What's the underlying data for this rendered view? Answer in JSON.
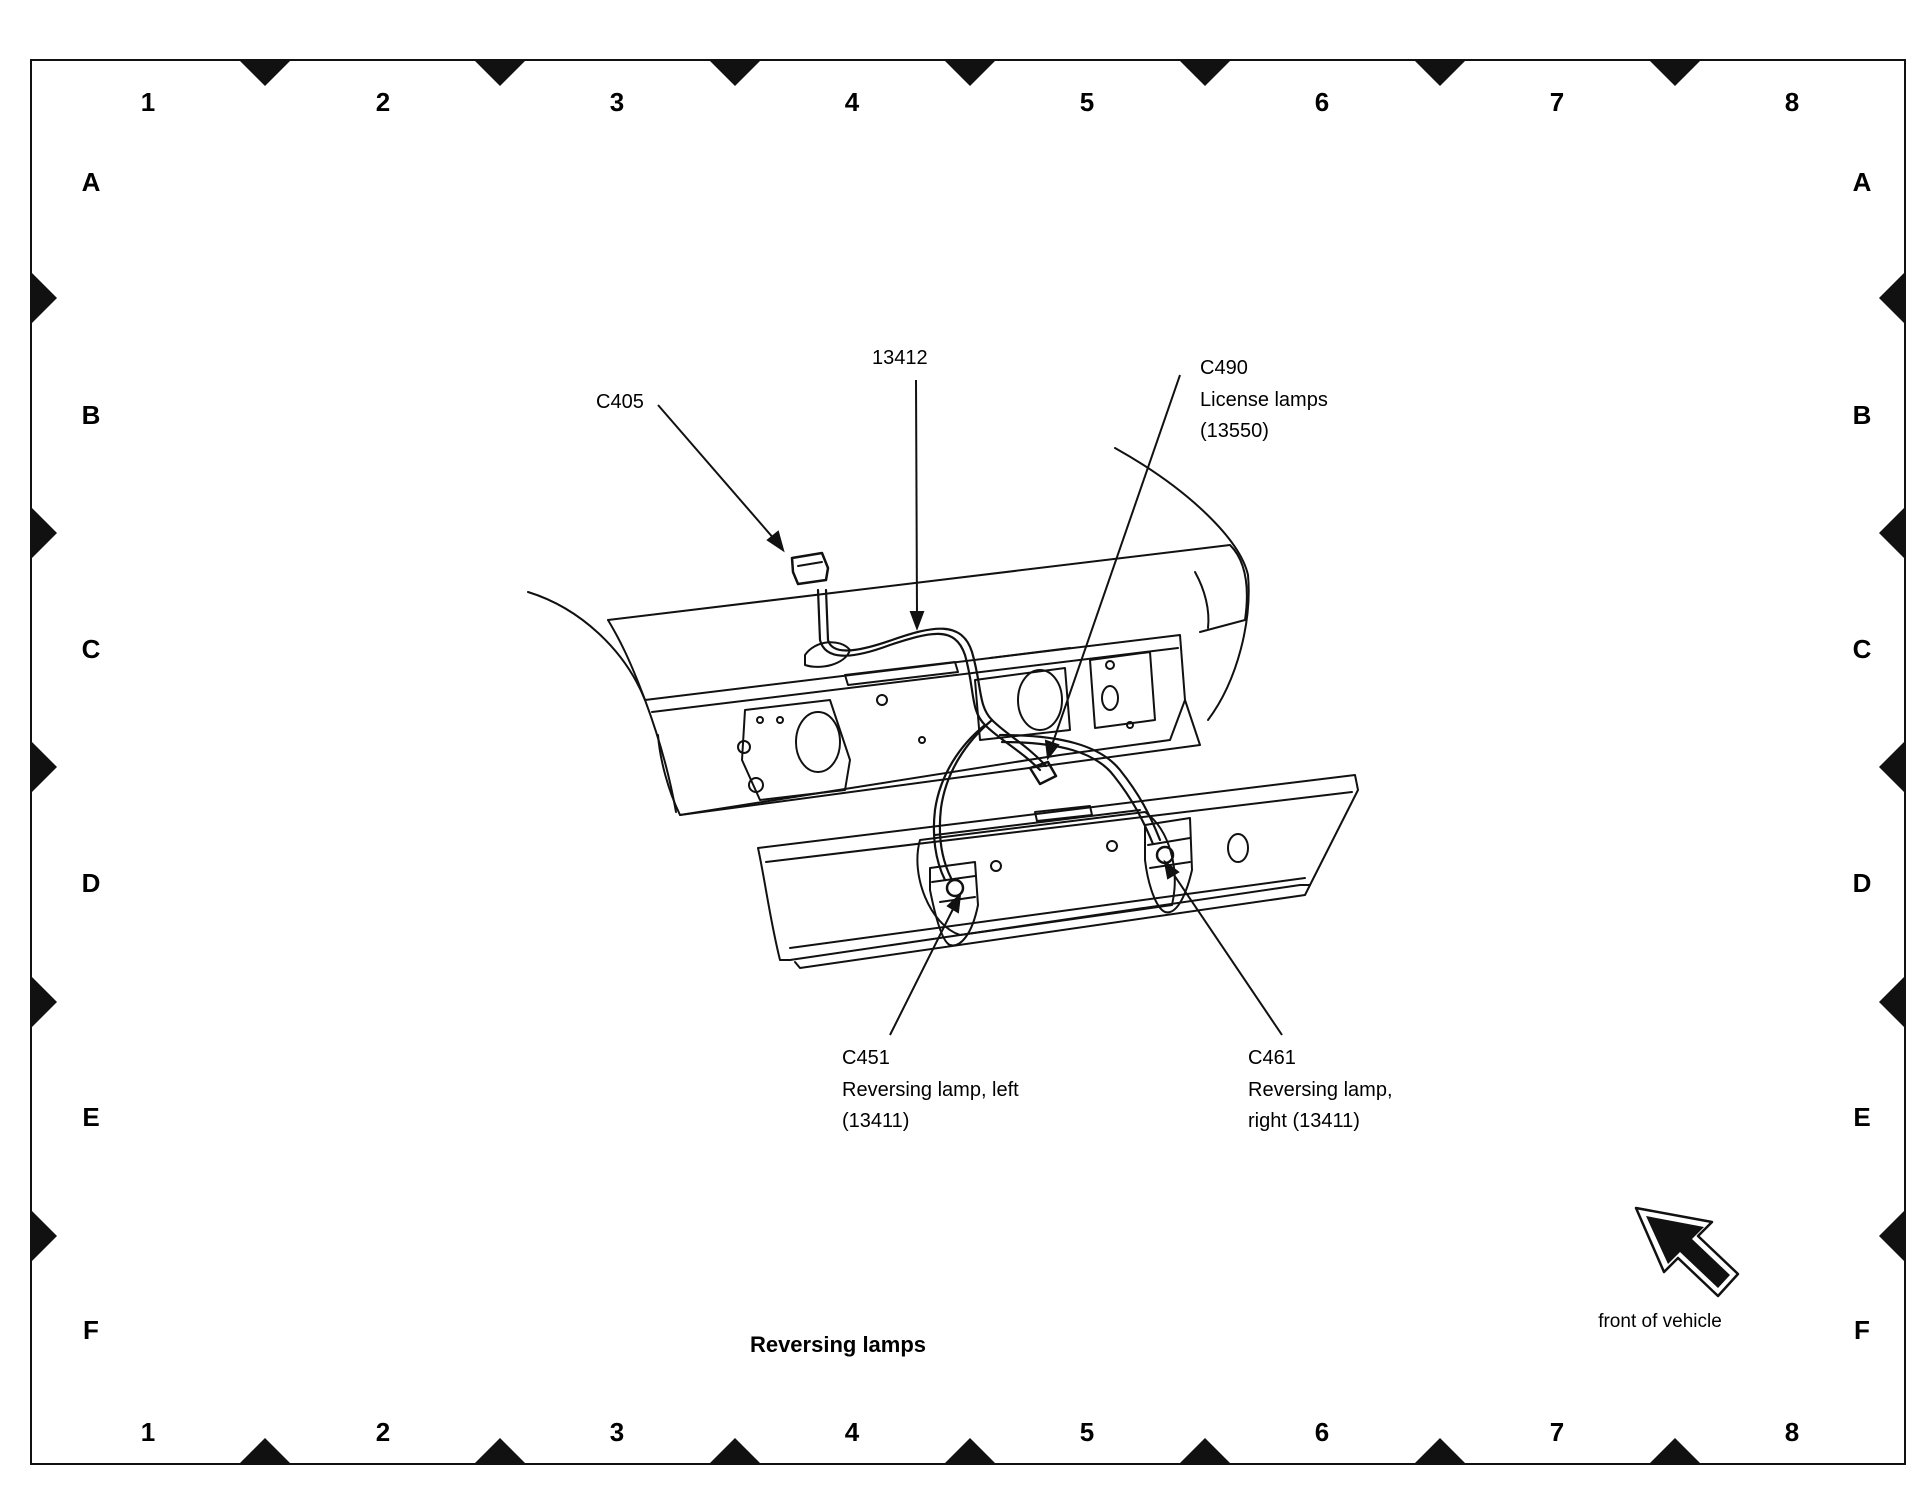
{
  "diagram": {
    "title": "Reversing lamps",
    "grid": {
      "columns": [
        "1",
        "2",
        "3",
        "4",
        "5",
        "6",
        "7",
        "8"
      ],
      "rows": [
        "A",
        "B",
        "C",
        "D",
        "E",
        "F"
      ]
    },
    "callouts": {
      "c405": {
        "code": "C405"
      },
      "harness": {
        "code": "13412"
      },
      "c490": {
        "code": "C490",
        "line2": "License lamps",
        "line3": "(13550)"
      },
      "c451": {
        "code": "C451",
        "line2": "Reversing lamp, left",
        "line3": "(13411)"
      },
      "c461": {
        "code": "C461",
        "line2": "Reversing lamp,",
        "line3": "right (13411)"
      }
    },
    "orientation": {
      "label": "front of vehicle",
      "icon": "arrow-icon"
    },
    "colors": {
      "ink": "#111111",
      "background": "#ffffff"
    }
  }
}
